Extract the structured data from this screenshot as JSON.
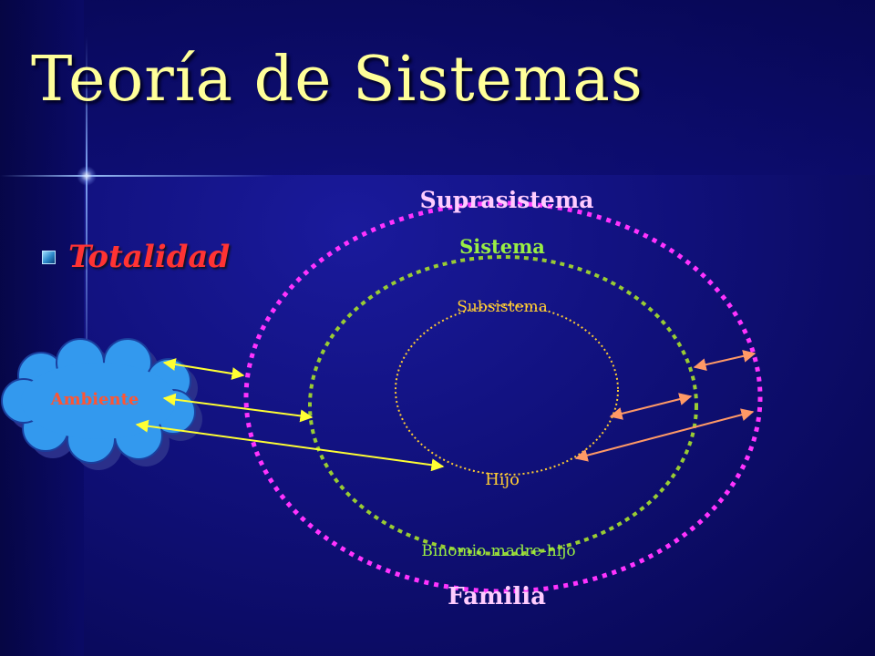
{
  "slide": {
    "title": "Teoría de Sistemas",
    "bullet": "Totalidad"
  },
  "diagram": {
    "labels": {
      "suprasistema": "Suprasistema",
      "sistema": "Sistema",
      "subsistema": "Subsistema",
      "hijo": "Hijo",
      "binomio": "Binomio madre-hijo",
      "familia": "Familia",
      "ambiente": "Ambiente"
    },
    "colors": {
      "title": "#ffff99",
      "bullet_text": "#ff3333",
      "suprasistema_circle": "#ff33ff",
      "sistema_circle": "#99cc33",
      "subsistema_circle": "#ffcc33",
      "ambiente_cloud": "#3399ee",
      "ambiente_text": "#ff5533",
      "arrow_yellow": "#ffff33",
      "arrow_salmon": "#ff9966"
    }
  }
}
